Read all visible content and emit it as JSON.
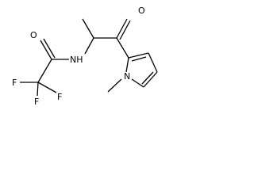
{
  "molecule": {
    "atoms": {
      "o_amide": "O",
      "nh": "NH",
      "o_ketone": "O",
      "f_left": "F",
      "f_bottom1": "F",
      "f_bottom2": "F",
      "n_pyrrole": "N"
    }
  },
  "colors": {
    "bond": "#000000",
    "text": "#000000",
    "background": "#ffffff"
  }
}
